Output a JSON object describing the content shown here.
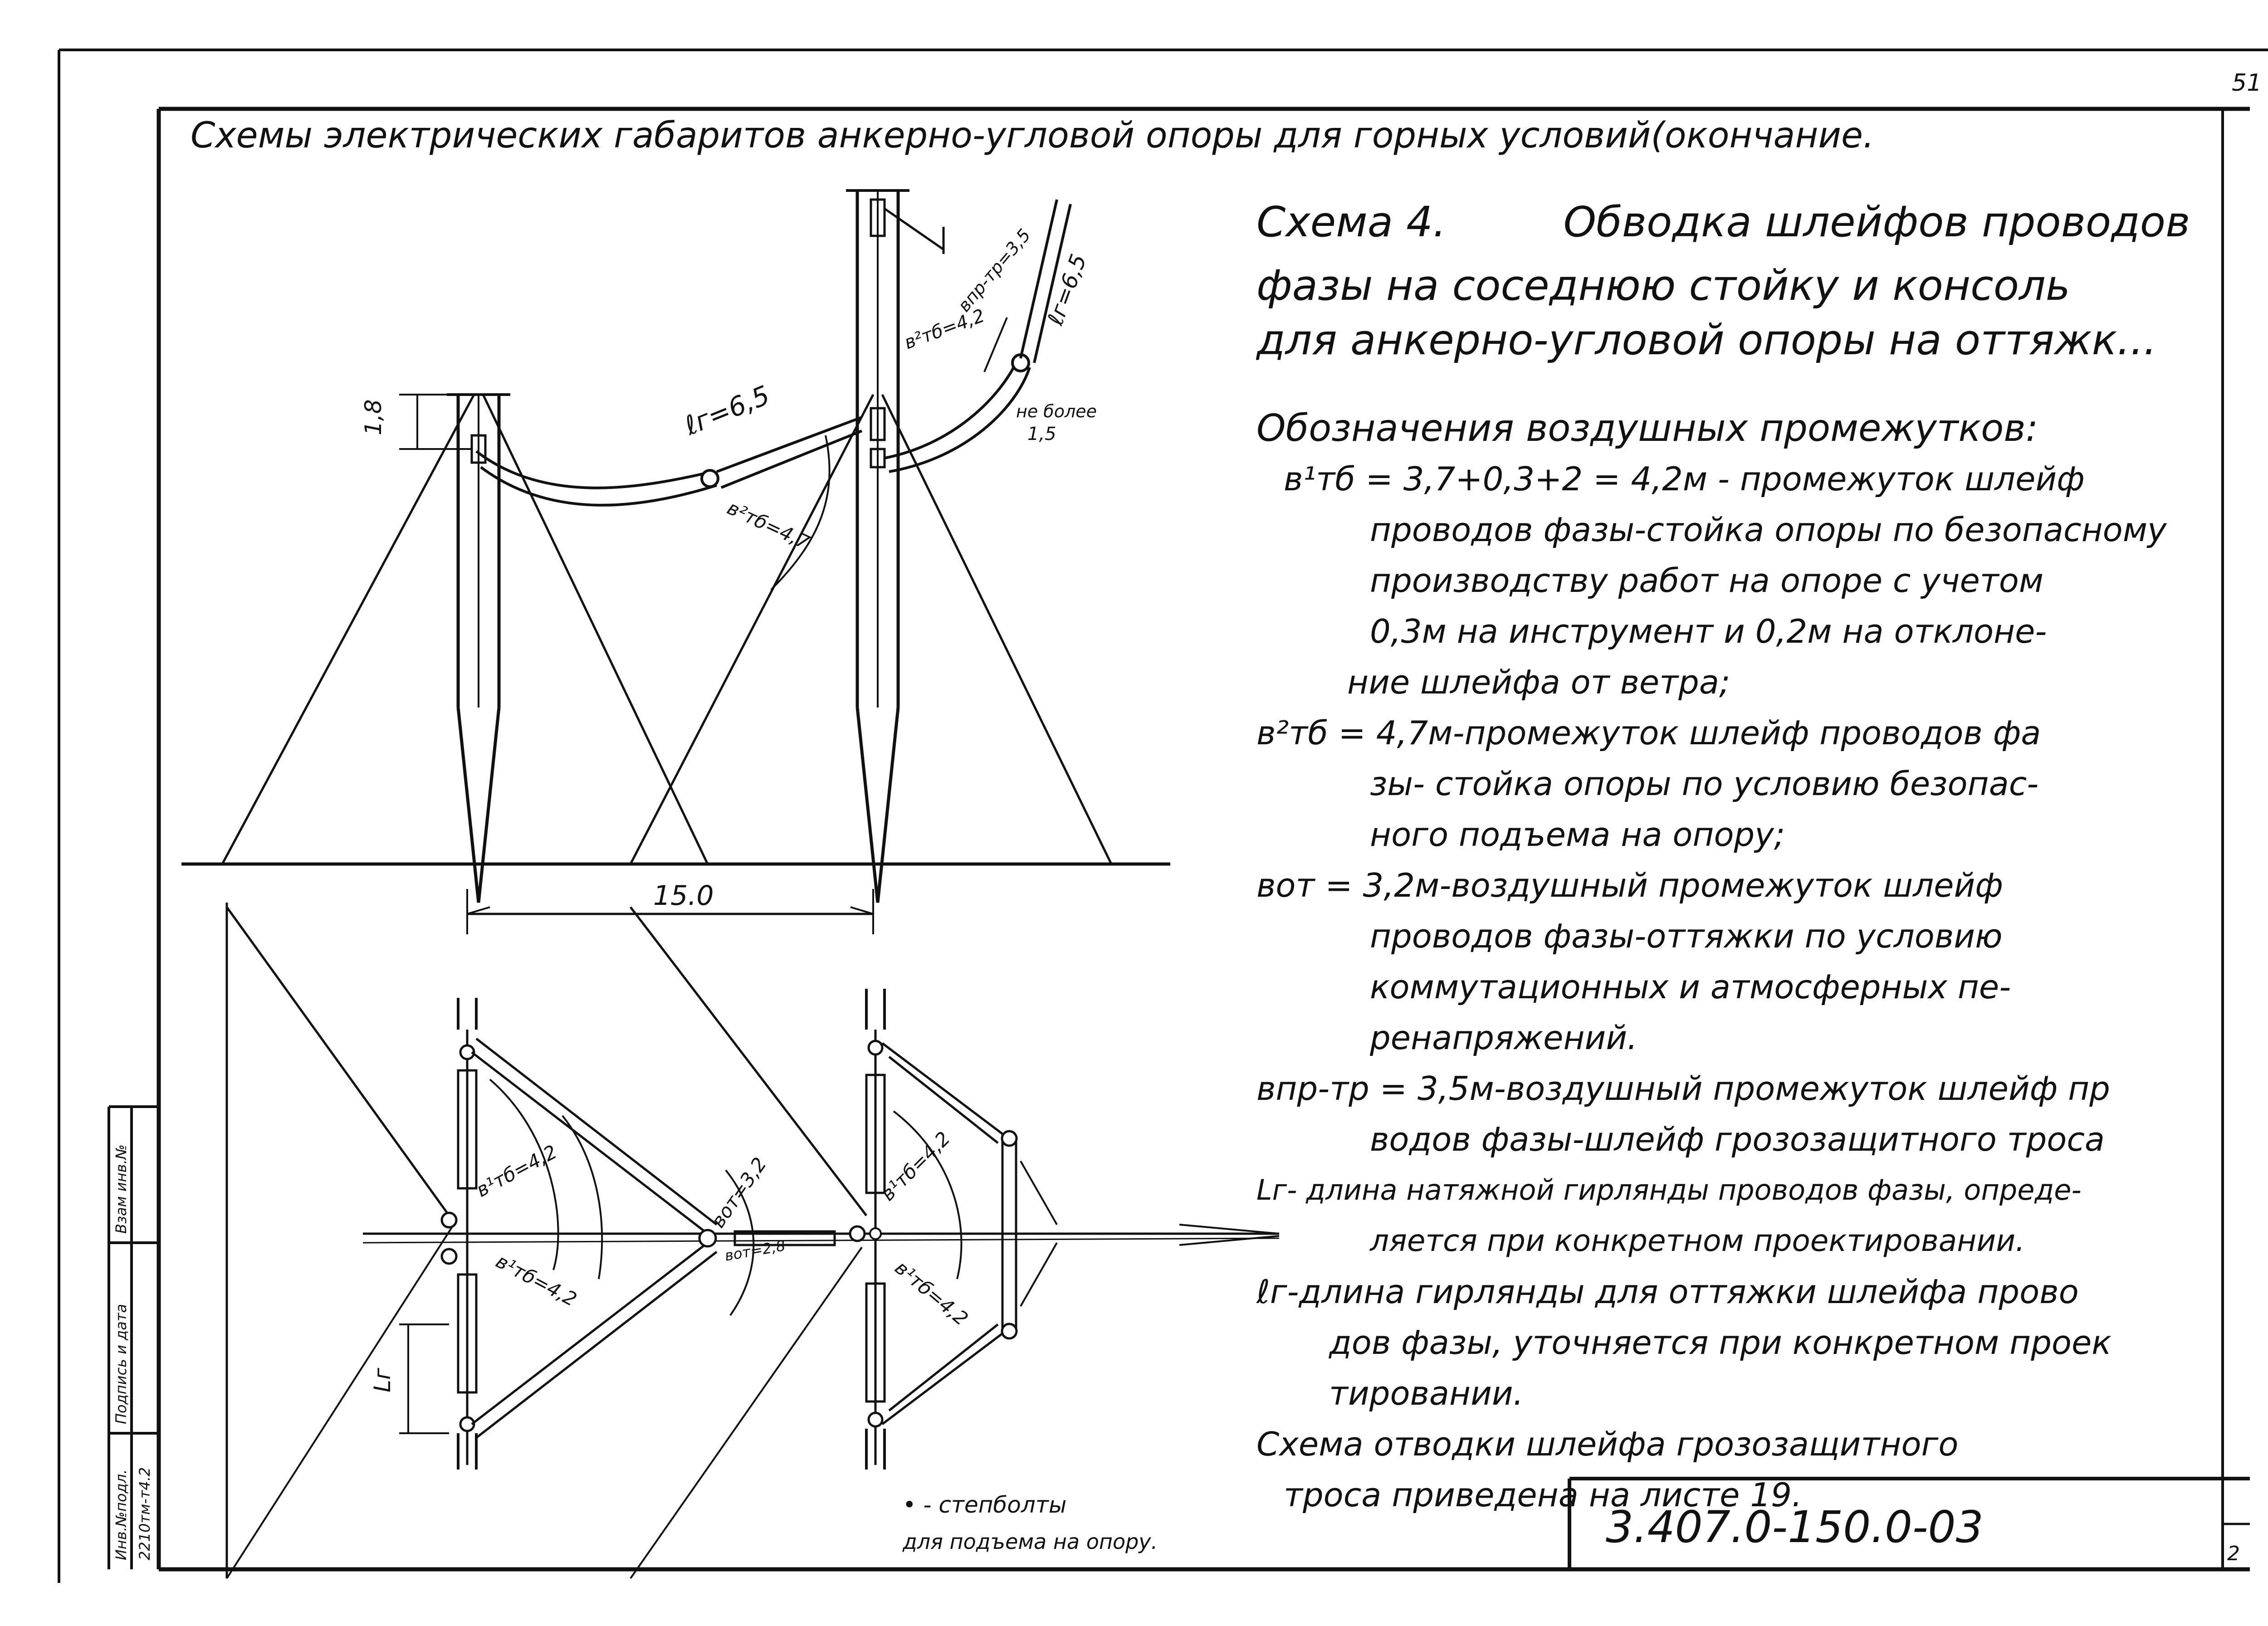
{
  "page_number": "51",
  "title": "Схемы электрических габаритов анкерно-угловой опоры для горных условий(окончание.",
  "scheme": {
    "heading": "Схема 4.",
    "heading_rest": "Обводка шлейфов проводов",
    "line2": "фазы на соседнюю стойку и консоль",
    "line3": "для анкерно-угловой опоры на оттяжк..."
  },
  "legend": {
    "title": "Обозначения воздушных промежутков:",
    "lines": [
      "в¹тб = 3,7+0,3+2 = 4,2м - промежуток шлейф",
      "проводов фазы-стойка опоры по безопасному",
      "производству работ на опоре с учетом",
      "0,3м на инструмент и 0,2м на отклоне-",
      "ние шлейфа от ветра;",
      "в²тб = 4,7м-промежуток шлейф проводов фа",
      "зы- стойка опоры по условию безопас-",
      "ного подъема на опору;",
      "вот = 3,2м-воздушный промежуток шлейф",
      "проводов фазы-оттяжки по условию",
      "коммутационных и атмосферных пе-",
      "ренапряжений.",
      "впр-тр = 3,5м-воздушный промежуток шлейф пр",
      "водов фазы-шлейф грозозащитного троса",
      "Lг- длина натяжной гирлянды проводов фазы, опреде-",
      "ляется при конкретном проектировании.",
      "ℓг-длина гирлянды для оттяжки шлейфа прово",
      "дов фазы, уточняется при конкретном проек",
      "тировании.",
      "Схема отводки шлейфа грозозащитного",
      "троса приведена на листе 19."
    ]
  },
  "doc_code": "3.407.0-150.0-03",
  "sheet_num": "2",
  "stamp": {
    "inv": "Инв.№подл.",
    "sign": "Подпись и дата",
    "replace": "Взам инв.№",
    "code": "2210тм-т4.2"
  },
  "drawing_labels": {
    "h_1_8": "1,8",
    "lr_6_5": "ℓг=6,5",
    "b_tb2_4_7": "в²тб=4,7",
    "b_tb2_4_2": "в²тб=4,2",
    "b_prtr_3_5": "впр-тр=3,5",
    "b_lr_6_5": "ℓг=6,5",
    "not_more": "не более",
    "val_1_5": "1,5",
    "span_15": "15.0",
    "b_tb1_a": "в¹тб=4,2",
    "b_tb1_b": "в¹тб=4,2",
    "b_tb1_c": "в¹тб=4,2",
    "b_tb1_d": "в¹тб=4,2",
    "b_ot_a": "вот=3,2",
    "b_ot_b": "вот=2,8",
    "lg": "Lг"
  },
  "note": {
    "line1": "• - степболты",
    "line2": "для подъема на опору."
  }
}
